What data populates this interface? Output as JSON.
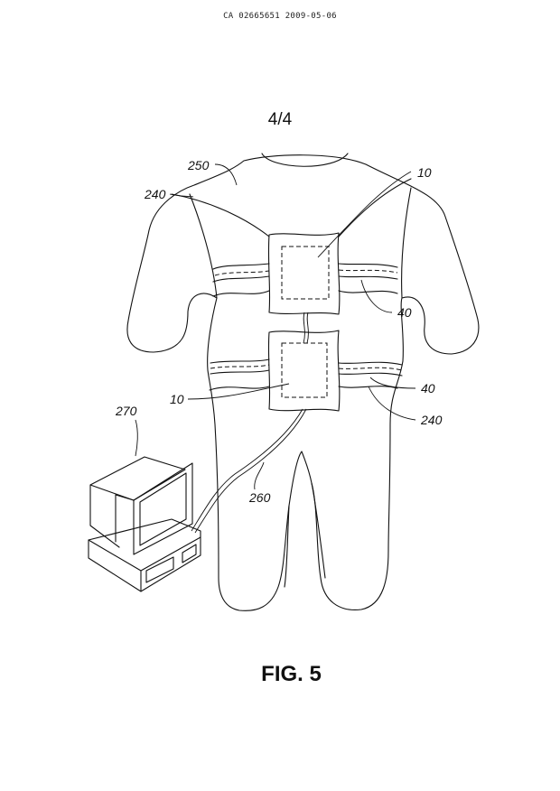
{
  "header": {
    "text": "CA 02665651 2009-05-06"
  },
  "sheet": {
    "label": "4/4"
  },
  "figure": {
    "caption": "FIG. 5"
  },
  "references": {
    "r250": "250",
    "r240_top": "240",
    "r10_top": "10",
    "r40_upper": "40",
    "r40_lower": "40",
    "r240_lower": "240",
    "r10_lower": "10",
    "r270": "270",
    "r260": "260"
  }
}
